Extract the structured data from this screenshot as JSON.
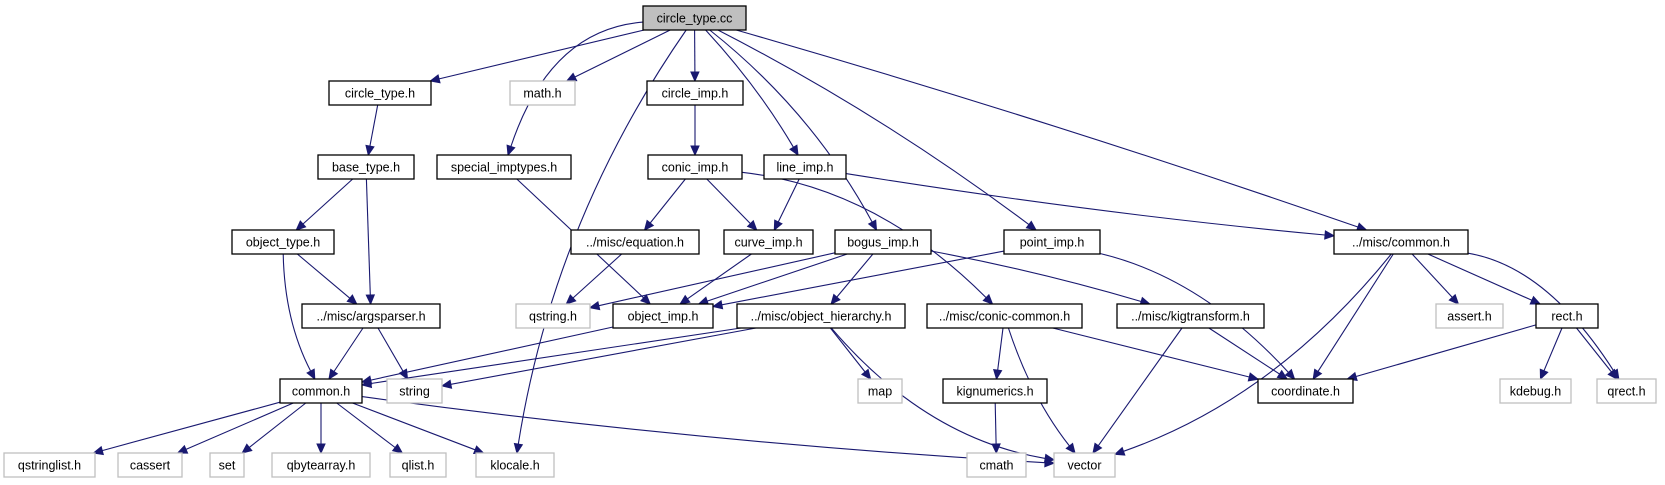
{
  "colors": {
    "edge": "#191970",
    "root_fill": "#bfbfbf",
    "node_stroke": "#000000",
    "external_stroke": "#bfbfbf",
    "background": "#ffffff"
  },
  "nodes": [
    {
      "id": "circle_type_cc",
      "label": "circle_type.cc",
      "kind": "root"
    },
    {
      "id": "circle_type_h",
      "label": "circle_type.h",
      "kind": "header"
    },
    {
      "id": "math_h",
      "label": "math.h",
      "kind": "external"
    },
    {
      "id": "circle_imp_h",
      "label": "circle_imp.h",
      "kind": "header"
    },
    {
      "id": "base_type_h",
      "label": "base_type.h",
      "kind": "header"
    },
    {
      "id": "special_imptypes_h",
      "label": "special_imptypes.h",
      "kind": "header"
    },
    {
      "id": "conic_imp_h",
      "label": "conic_imp.h",
      "kind": "header"
    },
    {
      "id": "line_imp_h",
      "label": "line_imp.h",
      "kind": "header"
    },
    {
      "id": "object_type_h",
      "label": "object_type.h",
      "kind": "header"
    },
    {
      "id": "misc_equation_h",
      "label": "../misc/equation.h",
      "kind": "header"
    },
    {
      "id": "curve_imp_h",
      "label": "curve_imp.h",
      "kind": "header"
    },
    {
      "id": "bogus_imp_h",
      "label": "bogus_imp.h",
      "kind": "header"
    },
    {
      "id": "point_imp_h",
      "label": "point_imp.h",
      "kind": "header"
    },
    {
      "id": "misc_common_h",
      "label": "../misc/common.h",
      "kind": "header"
    },
    {
      "id": "misc_argsparser_h",
      "label": "../misc/argsparser.h",
      "kind": "header"
    },
    {
      "id": "qstring_h",
      "label": "qstring.h",
      "kind": "external"
    },
    {
      "id": "object_imp_h",
      "label": "object_imp.h",
      "kind": "header"
    },
    {
      "id": "misc_object_hierarchy_h",
      "label": "../misc/object_hierarchy.h",
      "kind": "header"
    },
    {
      "id": "misc_conic_common_h",
      "label": "../misc/conic-common.h",
      "kind": "header"
    },
    {
      "id": "misc_kigtransform_h",
      "label": "../misc/kigtransform.h",
      "kind": "header"
    },
    {
      "id": "assert_h",
      "label": "assert.h",
      "kind": "external"
    },
    {
      "id": "rect_h",
      "label": "rect.h",
      "kind": "header"
    },
    {
      "id": "common_h",
      "label": "common.h",
      "kind": "header"
    },
    {
      "id": "string",
      "label": "string",
      "kind": "external"
    },
    {
      "id": "map",
      "label": "map",
      "kind": "external"
    },
    {
      "id": "kignumerics_h",
      "label": "kignumerics.h",
      "kind": "header"
    },
    {
      "id": "coordinate_h",
      "label": "coordinate.h",
      "kind": "header"
    },
    {
      "id": "kdebug_h",
      "label": "kdebug.h",
      "kind": "external"
    },
    {
      "id": "qrect_h",
      "label": "qrect.h",
      "kind": "external"
    },
    {
      "id": "qstringlist_h",
      "label": "qstringlist.h",
      "kind": "external"
    },
    {
      "id": "cassert",
      "label": "cassert",
      "kind": "external"
    },
    {
      "id": "set",
      "label": "set",
      "kind": "external"
    },
    {
      "id": "qbytearray_h",
      "label": "qbytearray.h",
      "kind": "external"
    },
    {
      "id": "qlist_h",
      "label": "qlist.h",
      "kind": "external"
    },
    {
      "id": "klocale_h",
      "label": "klocale.h",
      "kind": "external"
    },
    {
      "id": "cmath",
      "label": "cmath",
      "kind": "external"
    },
    {
      "id": "vector",
      "label": "vector",
      "kind": "external"
    }
  ],
  "edges": [
    {
      "from": "circle_type_cc",
      "to": "circle_type_h"
    },
    {
      "from": "circle_type_cc",
      "to": "special_imptypes_h"
    },
    {
      "from": "circle_type_cc",
      "to": "math_h"
    },
    {
      "from": "circle_type_cc",
      "to": "klocale_h"
    },
    {
      "from": "circle_type_cc",
      "to": "circle_imp_h"
    },
    {
      "from": "circle_type_cc",
      "to": "line_imp_h"
    },
    {
      "from": "circle_type_cc",
      "to": "bogus_imp_h"
    },
    {
      "from": "circle_type_cc",
      "to": "point_imp_h"
    },
    {
      "from": "circle_type_cc",
      "to": "misc_common_h"
    },
    {
      "from": "circle_type_h",
      "to": "base_type_h"
    },
    {
      "from": "base_type_h",
      "to": "object_type_h"
    },
    {
      "from": "base_type_h",
      "to": "misc_argsparser_h"
    },
    {
      "from": "object_type_h",
      "to": "misc_argsparser_h"
    },
    {
      "from": "object_type_h",
      "to": "common_h"
    },
    {
      "from": "misc_argsparser_h",
      "to": "common_h"
    },
    {
      "from": "misc_argsparser_h",
      "to": "string"
    },
    {
      "from": "special_imptypes_h",
      "to": "object_imp_h"
    },
    {
      "from": "circle_imp_h",
      "to": "conic_imp_h"
    },
    {
      "from": "conic_imp_h",
      "to": "misc_equation_h"
    },
    {
      "from": "conic_imp_h",
      "to": "curve_imp_h"
    },
    {
      "from": "conic_imp_h",
      "to": "misc_conic_common_h"
    },
    {
      "from": "line_imp_h",
      "to": "curve_imp_h"
    },
    {
      "from": "line_imp_h",
      "to": "misc_common_h"
    },
    {
      "from": "misc_equation_h",
      "to": "qstring_h"
    },
    {
      "from": "curve_imp_h",
      "to": "object_imp_h"
    },
    {
      "from": "bogus_imp_h",
      "to": "qstring_h"
    },
    {
      "from": "bogus_imp_h",
      "to": "object_imp_h"
    },
    {
      "from": "bogus_imp_h",
      "to": "misc_object_hierarchy_h"
    },
    {
      "from": "bogus_imp_h",
      "to": "misc_kigtransform_h"
    },
    {
      "from": "point_imp_h",
      "to": "object_imp_h"
    },
    {
      "from": "point_imp_h",
      "to": "coordinate_h"
    },
    {
      "from": "object_imp_h",
      "to": "common_h"
    },
    {
      "from": "misc_object_hierarchy_h",
      "to": "common_h"
    },
    {
      "from": "misc_object_hierarchy_h",
      "to": "string"
    },
    {
      "from": "misc_object_hierarchy_h",
      "to": "map"
    },
    {
      "from": "misc_object_hierarchy_h",
      "to": "vector"
    },
    {
      "from": "misc_conic_common_h",
      "to": "kignumerics_h"
    },
    {
      "from": "misc_conic_common_h",
      "to": "coordinate_h"
    },
    {
      "from": "misc_conic_common_h",
      "to": "vector"
    },
    {
      "from": "misc_kigtransform_h",
      "to": "coordinate_h"
    },
    {
      "from": "misc_kigtransform_h",
      "to": "vector"
    },
    {
      "from": "kignumerics_h",
      "to": "cmath"
    },
    {
      "from": "misc_common_h",
      "to": "coordinate_h"
    },
    {
      "from": "misc_common_h",
      "to": "vector"
    },
    {
      "from": "misc_common_h",
      "to": "assert_h"
    },
    {
      "from": "misc_common_h",
      "to": "rect_h"
    },
    {
      "from": "misc_common_h",
      "to": "qrect_h"
    },
    {
      "from": "rect_h",
      "to": "coordinate_h"
    },
    {
      "from": "rect_h",
      "to": "kdebug_h"
    },
    {
      "from": "rect_h",
      "to": "qrect_h"
    },
    {
      "from": "common_h",
      "to": "qstringlist_h"
    },
    {
      "from": "common_h",
      "to": "cassert"
    },
    {
      "from": "common_h",
      "to": "set"
    },
    {
      "from": "common_h",
      "to": "qbytearray_h"
    },
    {
      "from": "common_h",
      "to": "qlist_h"
    },
    {
      "from": "common_h",
      "to": "klocale_h"
    },
    {
      "from": "common_h",
      "to": "vector"
    }
  ]
}
